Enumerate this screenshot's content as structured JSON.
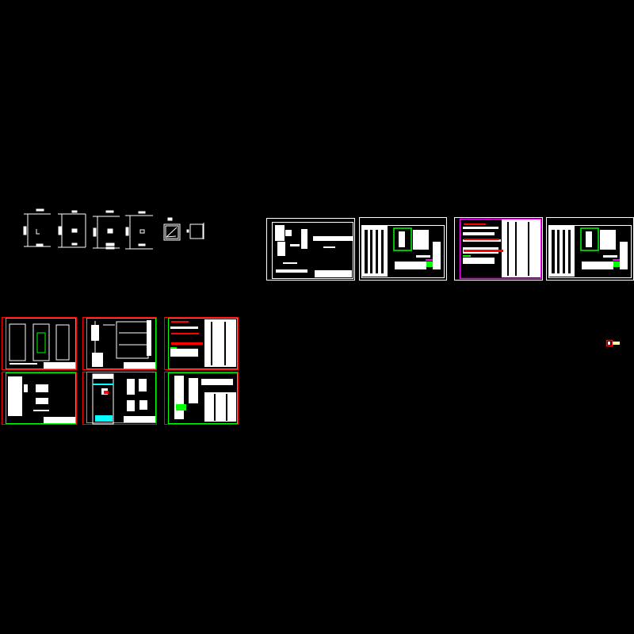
{
  "canvas": {
    "background": "#000000"
  },
  "colors": {
    "line": "#ffffff",
    "sheet_border_red": "#ff0000",
    "sheet_border_green": "#00ff00",
    "sheet_border_magenta": "#ff00ff",
    "highlight_cyan": "#00ffff",
    "highlight_yellow": "#ffff99"
  },
  "sheets": {
    "elevation_frames": 4,
    "top_row_sheets": 4,
    "bottom_grid_sheets": 6
  }
}
